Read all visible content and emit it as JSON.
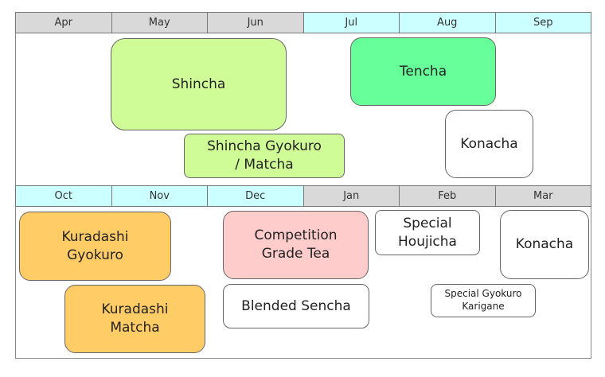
{
  "row1_months": [
    "Apr",
    "May",
    "Jun",
    "Jul",
    "Aug",
    "Sep"
  ],
  "row2_months": [
    "Oct",
    "Nov",
    "Dec",
    "Jan",
    "Feb",
    "Mar"
  ],
  "colors": {
    "gray": "#d9d9d9",
    "cyan": "#ccffff",
    "lightgreen": "#ccff99",
    "green": "#66ff99",
    "orange": "#ffcc66",
    "pink": "#ffcccc",
    "white": "#ffffff"
  },
  "teas": {
    "shincha": "Shincha",
    "tencha": "Tencha",
    "konacha1": "Konacha",
    "shincha_gyokuro": "Shincha Gyokuro\n/ Matcha",
    "kuradashi_gyokuro": "Kuradashi\nGyokuro",
    "kuradashi_matcha": "Kuradashi\nMatcha",
    "competition": "Competition\nGrade Tea",
    "blended_sencha": "Blended Sencha",
    "special_houjicha": "Special\nHoujicha",
    "konacha2": "Konacha",
    "karigane": "Special Gyokuro\nKarigane"
  }
}
